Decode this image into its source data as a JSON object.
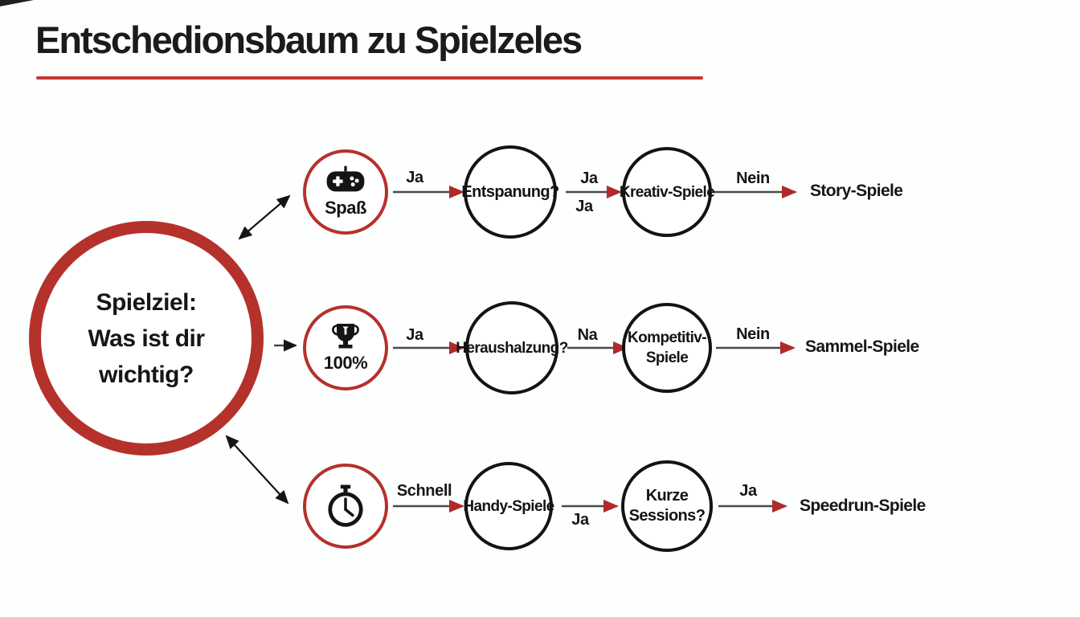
{
  "title": {
    "text": "Entschedionsbaum zu Spielzeles"
  },
  "colors": {
    "accent_red": "#B5312C",
    "arrow_red": "#AF2A28",
    "ink": "#161616",
    "edge_shaft": "#4A4A4A"
  },
  "root_node": {
    "line1": "Spielziel:",
    "line2": "Was ist dir",
    "line3": "wichtig?"
  },
  "branches": {
    "fun": {
      "source": {
        "icon": "gamepad-icon",
        "label": "Spaß"
      },
      "edge1_label": "Ja",
      "question1": "Entspanung?",
      "edge2_label_top": "Ja",
      "edge2_label_bottom": "Ja",
      "question2": "Kreativ-Spiele",
      "edge3_label": "Nein",
      "result": "Story-Spiele"
    },
    "completion": {
      "source": {
        "icon": "trophy-icon",
        "label": "100%"
      },
      "edge1_label": "Ja",
      "question1": "Heraushalzung?",
      "edge2_label_top": "Na",
      "question2_line1": "Kompetitiv-",
      "question2_line2": "Spiele",
      "edge3_label": "Nein",
      "result": "Sammel-Spiele"
    },
    "time": {
      "source": {
        "icon": "stopwatch-icon"
      },
      "edge1_label": "Schnell",
      "question1": "Handy-Spiele",
      "edge2_label_bottom": "Ja",
      "question2_line1": "Kurze",
      "question2_line2": "Sessions?",
      "edge3_label": "Ja",
      "result": "Speedrun-Spiele"
    }
  }
}
